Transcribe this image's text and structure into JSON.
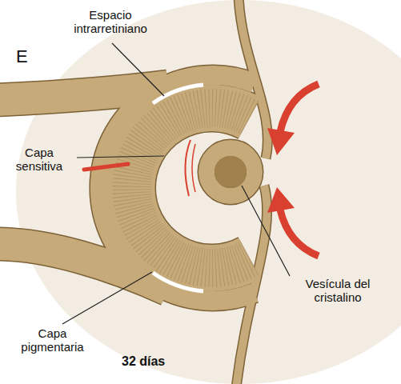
{
  "diagram": {
    "labels": [
      "E",
      "Espacio intrarretiniano",
      "Capa sensitiva",
      "Vesícula del cristalino",
      "Capa pigmentaria",
      "32 días"
    ]
  }
}
